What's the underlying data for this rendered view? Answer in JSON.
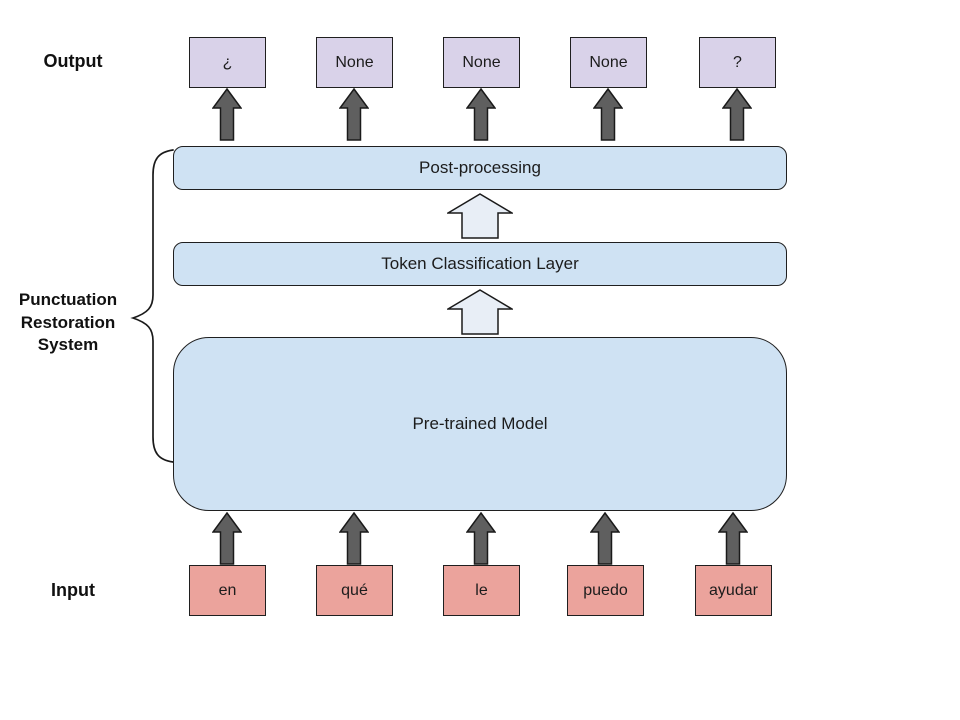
{
  "labels": {
    "output": "Output",
    "input": "Input",
    "system": "Punctuation Restoration System",
    "system_lines": [
      "Punctuation",
      "Restoration",
      "System"
    ]
  },
  "output_tokens": [
    "¿",
    "None",
    "None",
    "None",
    "?"
  ],
  "input_tokens": [
    "en",
    "qué",
    "le",
    "puedo",
    "ayudar"
  ],
  "layers": {
    "post_processing": "Post-processing",
    "token_classification": "Token Classification Layer",
    "pretrained_model": "Pre-trained Model"
  },
  "icons": {
    "dark_up_arrow": "up-arrow-icon",
    "light_up_arrow": "hollow-up-arrow-icon",
    "brace": "left-curly-brace-icon"
  },
  "colors": {
    "output_box_fill": "#d9d2e9",
    "input_box_fill": "#eba39c",
    "layer_box_fill": "#cfe2f3",
    "dark_arrow_fill": "#5f5f5f",
    "light_arrow_fill": "#e8eef6",
    "outline": "#1a1a1a",
    "background": "#ffffff"
  }
}
